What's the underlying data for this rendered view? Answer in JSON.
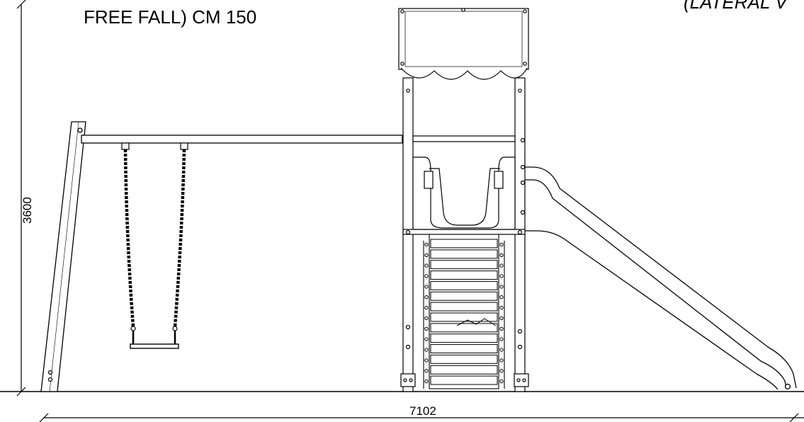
{
  "labels": {
    "free_fall": "FREE FALL) CM 150",
    "lateral_view": "(LATERAL V",
    "height_dim": "3600",
    "width_dim": "7102"
  },
  "colors": {
    "line": "#000000",
    "background": "#ffffff"
  }
}
